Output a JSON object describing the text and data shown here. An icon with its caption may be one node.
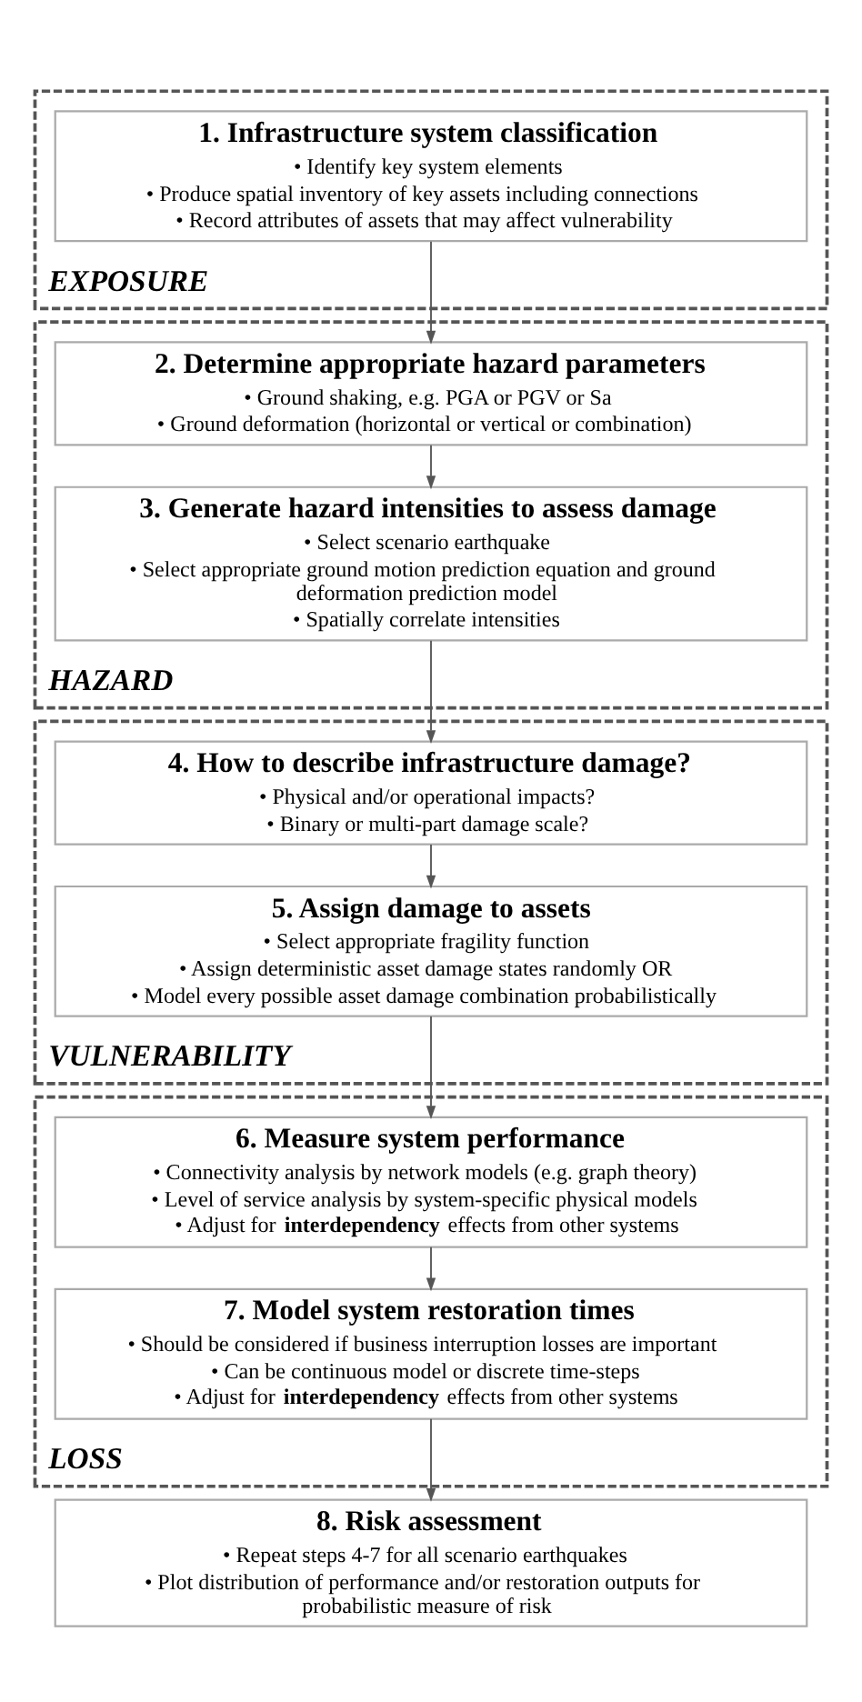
{
  "diagram": {
    "nodes": [
      {
        "text": [
          "EXPOSURE"
        ]
      },
      {
        "text": [
          "1. Infrastructure system classification",
          "• Identify key system elements",
          "• Produce spatial inventory of key assets including connections",
          "• Record attributes of assets that may affect vulnerability"
        ],
        "in": 0
      },
      {
        "text": [
          "HAZARD"
        ]
      },
      {
        "text": [
          "2. Determine appropriate hazard parameters",
          "• Ground shaking, e.g. PGA or PGV or Sa",
          "• Ground deformation (horizontal or vertical or combination)"
        ],
        "in": 2
      },
      {
        "text": [
          "3. Generate hazard intensities to assess damage",
          "• Select scenario earthquake",
          "• Select appropriate ground motion prediction equation and ground deformation prediction model",
          "• Spatially correlate intensities"
        ],
        "in": 2
      },
      {
        "text": [
          "VULNERABILITY"
        ]
      },
      {
        "text": [
          "4. How to describe infrastructure damage?",
          "• Physical and/or operational impacts?",
          "• Binary or multi-part damage scale?"
        ],
        "in": 5
      },
      {
        "text": [
          "5. Assign damage to assets",
          "• Select appropriate fragility function",
          "• Assign deterministic asset damage states randomly OR",
          "• Model every possible asset damage combination probabilistically"
        ],
        "in": 5
      },
      {
        "text": [
          "LOSS"
        ]
      },
      {
        "text": [
          "6. Measure system performance",
          "• Connectivity analysis by network models (e.g. graph theory)",
          "• Level of service analysis by system-specific physical models",
          "• Adjust for **interdependency** effects from other systems"
        ],
        "in": 8
      },
      {
        "text": [
          "7. Model system restoration times",
          "• Should be considered if business interruption losses are important",
          "• Can be continuous model or discrete time-steps",
          "• Adjust for **interdependency** effects from other systems"
        ],
        "in": 8
      },
      {
        "text": [
          "8. Risk assessment",
          "• Repeat steps 4-7 for all scenario earthquakes",
          "• Plot distribution of performance and/or restoration outputs for probabilistic measure of risk"
        ]
      }
    ],
    "edges": [
      {
        "from": 1,
        "to": 3,
        "arrow": "to"
      },
      {
        "from": 3,
        "to": 4,
        "arrow": "to"
      },
      {
        "from": 4,
        "to": 6,
        "arrow": "to"
      },
      {
        "from": 6,
        "to": 7,
        "arrow": "to"
      },
      {
        "from": 7,
        "to": 9,
        "arrow": "to"
      },
      {
        "from": 9,
        "to": 10,
        "arrow": "to"
      },
      {
        "from": 10,
        "to": 11,
        "arrow": "to"
      }
    ]
  }
}
